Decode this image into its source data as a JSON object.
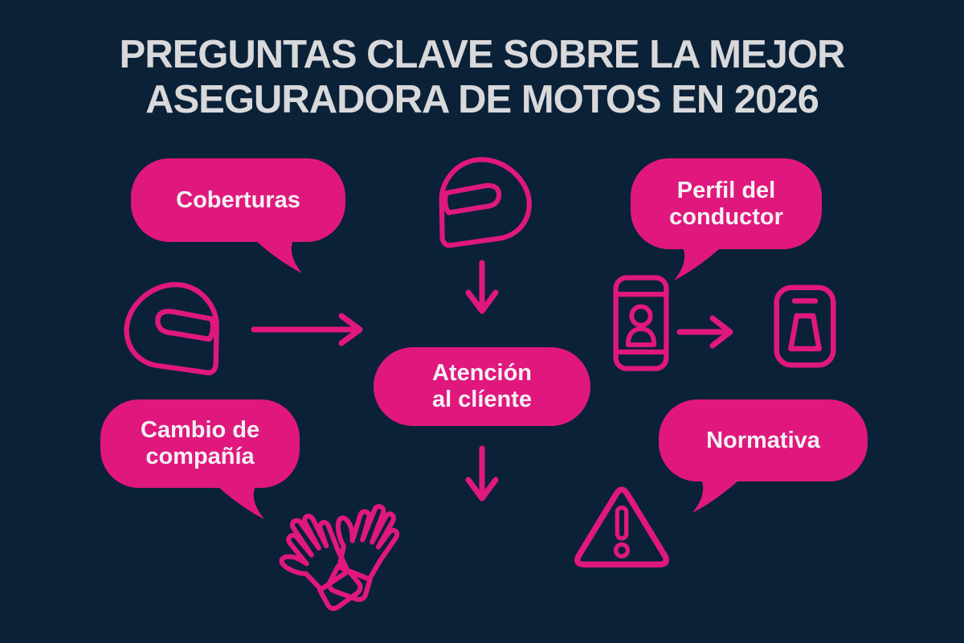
{
  "colors": {
    "background": "#0b2138",
    "accent": "#e0187d",
    "title_text": "#d9d9db",
    "bubble_text": "#f3f1f3"
  },
  "title": {
    "line1": "PREGUNTAS CLAVE SOBRE LA MEJOR",
    "line2": "ASEGURADORA DE MOTOS EN 2026"
  },
  "bubbles": [
    {
      "id": "coberturas",
      "label": "Coberturas",
      "tail": "bottom-right"
    },
    {
      "id": "perfil-del-conductor",
      "label": "Perfil del\nconductor",
      "tail": "bottom-left"
    },
    {
      "id": "atencion-al-cliente",
      "label": "Atención\nal clíente",
      "tail": "none"
    },
    {
      "id": "cambio-de-compania",
      "label": "Cambio de\ncompañía",
      "tail": "bottom-right"
    },
    {
      "id": "normativa",
      "label": "Normativa",
      "tail": "bottom-left"
    }
  ],
  "icons": [
    {
      "name": "motorcycle-helmet-icon",
      "position": "top-center",
      "style": "pink-outline"
    },
    {
      "name": "motorcycle-helmet-icon",
      "position": "middle-left",
      "style": "pink-outline-mirrored"
    },
    {
      "name": "phone-user-icon",
      "position": "middle-right",
      "style": "pink-outline"
    },
    {
      "name": "phone-bell-icon",
      "position": "far-right",
      "style": "pink-outline"
    },
    {
      "name": "gloves-icon",
      "position": "bottom-center-left",
      "style": "pink-outline"
    },
    {
      "name": "warning-triangle-icon",
      "position": "bottom-right",
      "style": "pink-outline"
    }
  ],
  "arrows": [
    {
      "direction": "down",
      "between": "top-helmet-and-center-bubble"
    },
    {
      "direction": "right",
      "between": "left-helmet-and-center-bubble"
    },
    {
      "direction": "down",
      "between": "center-bubble-and-gloves"
    },
    {
      "direction": "right",
      "between": "phone-user-and-phone-bell"
    }
  ]
}
